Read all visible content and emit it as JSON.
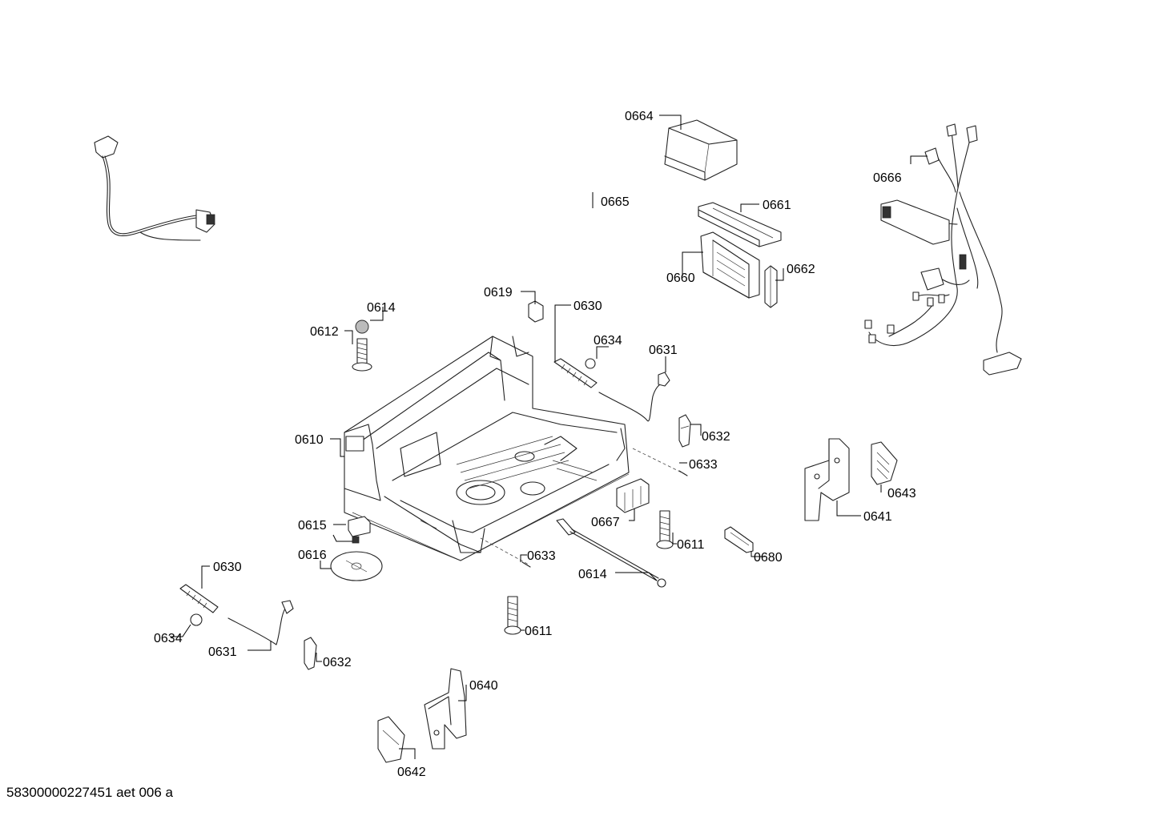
{
  "callouts": {
    "c0664": "0664",
    "c0666": "0666",
    "c0665": "0665",
    "c0661": "0661",
    "c0662": "0662",
    "c0660": "0660",
    "c0619": "0619",
    "c0630a": "0630",
    "c0614a": "0614",
    "c0612": "0612",
    "c0634a": "0634",
    "c0631a": "0631",
    "c0632a": "0632",
    "c0610": "0610",
    "c0633a": "0633",
    "c0643": "0643",
    "c0641": "0641",
    "c0667": "0667",
    "c0611a": "0611",
    "c0680": "0680",
    "c0615": "0615",
    "c0616": "0616",
    "c0633b": "0633",
    "c0614b": "0614",
    "c0630b": "0630",
    "c0611b": "0611",
    "c0634b": "0634",
    "c0631b": "0631",
    "c0632b": "0632",
    "c0640": "0640",
    "c0642": "0642"
  },
  "footer": "58300000227451 aet 006 a"
}
